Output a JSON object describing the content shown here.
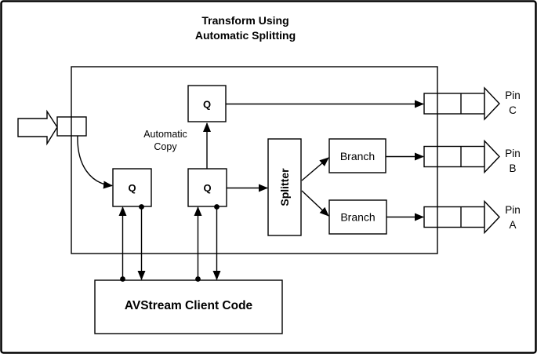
{
  "page": {
    "background_color": "#ffffff",
    "ink_color": "#000000"
  },
  "title": {
    "line1": "Transform Using",
    "line2": "Automatic Splitting"
  },
  "filter": {
    "queues": {
      "top": "Q",
      "left": "Q",
      "middle": "Q"
    },
    "automatic_copy": {
      "line1": "Automatic",
      "line2": "Copy"
    },
    "splitter": "Splitter",
    "branch_upper": "Branch",
    "branch_lower": "Branch"
  },
  "pins": [
    {
      "word": "Pin",
      "letter": "C"
    },
    {
      "word": "Pin",
      "letter": "B"
    },
    {
      "word": "Pin",
      "letter": "A"
    }
  ],
  "client": {
    "label": "AVStream Client Code"
  }
}
